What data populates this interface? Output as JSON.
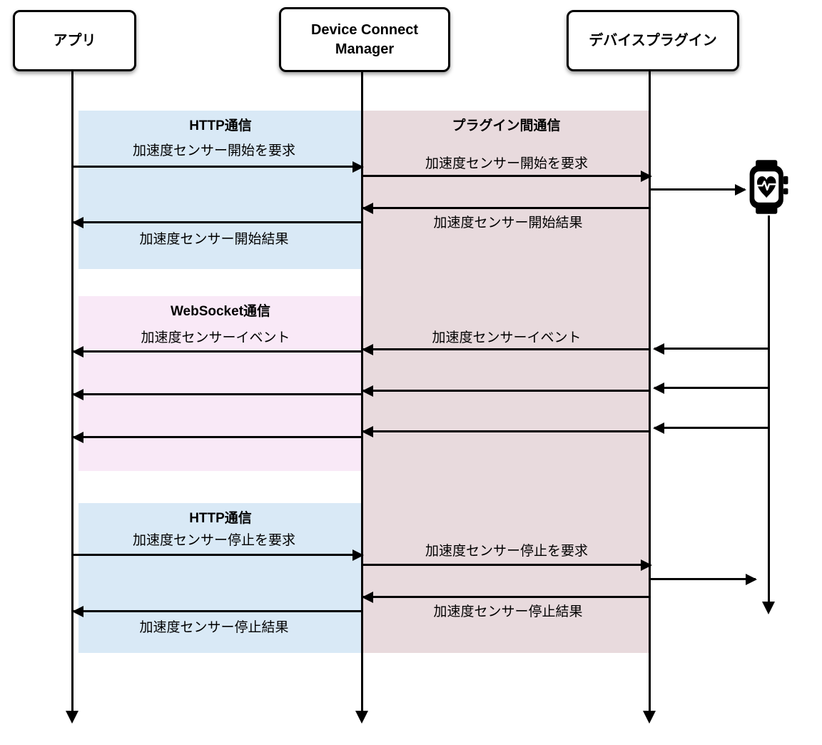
{
  "actors": {
    "app": "アプリ",
    "manager": "Device Connect\nManager",
    "plugin": "デバイスプラグイン"
  },
  "regions": {
    "http_start_label": "HTTP通信",
    "plugin_comm_label": "プラグイン間通信",
    "websocket_label": "WebSocket通信",
    "http_stop_label": "HTTP通信"
  },
  "messages": {
    "start_request": "加速度センサー開始を要求",
    "start_result": "加速度センサー開始結果",
    "sensor_event": "加速度センサーイベント",
    "stop_request": "加速度センサー停止を要求",
    "stop_result": "加速度センサー停止結果"
  },
  "icons": {
    "smartwatch": "smartwatch-heartrate-icon"
  },
  "colors": {
    "http_bg": "#d9e9f6",
    "plugin_comm_bg": "#e8dadd",
    "websocket_bg": "#f9e9f7",
    "line": "#000000",
    "actor_bg": "#ffffff"
  }
}
